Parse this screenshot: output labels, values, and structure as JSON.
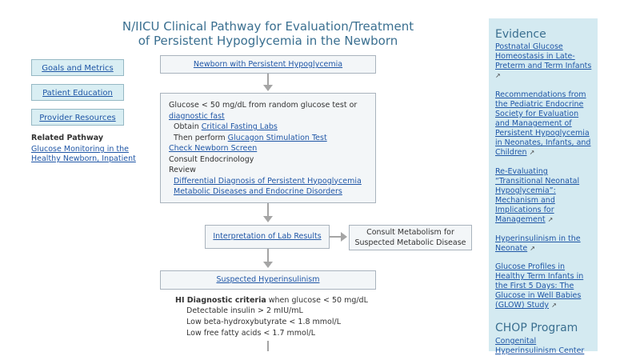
{
  "title_line1": "N/IICU Clinical Pathway for Evaluation/Treatment",
  "title_line2": "of Persistent Hypoglycemia in the Newborn",
  "nav": {
    "goals": "Goals and Metrics",
    "education": "Patient Education",
    "resources": "Provider Resources"
  },
  "related": {
    "heading": "Related Pathway",
    "link": "Glucose Monitoring in the Healthy Newborn, Inpatient"
  },
  "flow": {
    "start": "Newborn with Persistent Hypoglycemia",
    "glucose_text": "Glucose < 50 mg/dL from random glucose test or",
    "diagnostic_fast": "diagnostic fast",
    "obtain": "Obtain ",
    "critical_labs": "Critical Fasting Labs",
    "then_perform": "Then perform ",
    "glucagon": "Glucagon Stimulation Test",
    "check_screen": "Check Newborn Screen",
    "consult_endo": "Consult Endocrinology",
    "review": "Review",
    "differential": "Differential Diagnosis of Persistent Hypoglycemia",
    "metabolic": "Metabolic Diseases and Endocrine Disorders",
    "interpretation": "Interpretation of Lab Results",
    "consult_metabolism": "Consult Metabolism for Suspected Metabolic Disease",
    "suspected_hi": "Suspected Hyperinsulinism",
    "hi_bold": "HI Diagnostic criteria",
    "hi_rest": " when glucose < 50 mg/dL",
    "crit1": "Detectable insulin > 2 mIU/mL",
    "crit2": "Low beta-hydroxybutyrate < 1.8 mmol/L",
    "crit3": "Low free fatty acids < 1.7 mmol/L"
  },
  "evidence": {
    "heading": "Evidence",
    "links": [
      "Postnatal Glucose Homeostasis in Late-Preterm and Term Infants",
      "Recommendations from the Pediatric Endocrine Society for Evaluation and Management of Persistent Hypoglycemia in Neonates, Infants, and Children",
      "Re-Evaluating “Transitional Neonatal Hypoglycemia”: Mechanism and Implications for Management",
      "Hyperinsulinism in the Neonate",
      "Glucose Profiles in Healthy Term Infants in the First 5 Days: The Glucose in Well Babies (GLOW) Study"
    ],
    "chop_heading": "CHOP Program",
    "chop_link": "Congenital Hyperinsulinism Center"
  },
  "ext_icon": "external-link-icon"
}
